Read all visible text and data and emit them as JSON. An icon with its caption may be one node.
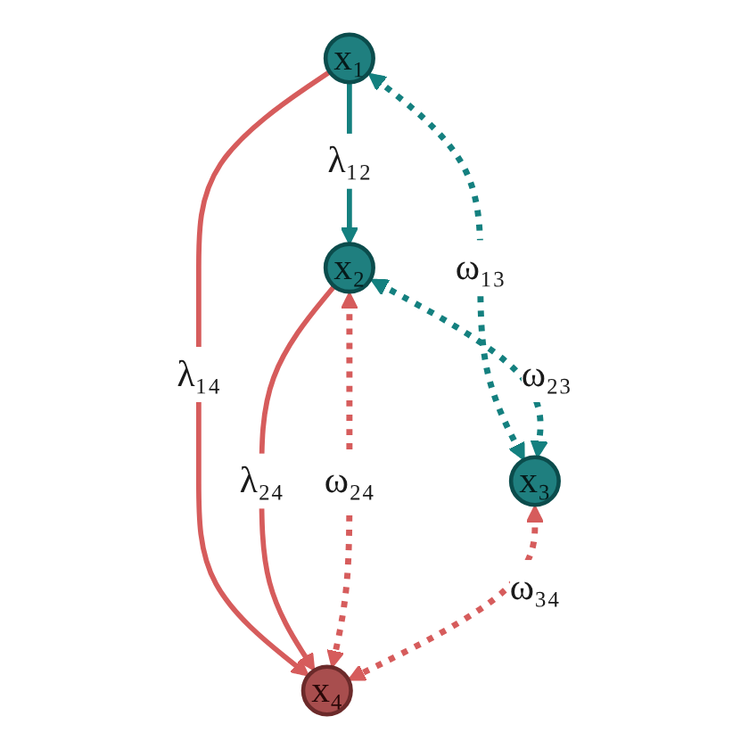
{
  "diagram": {
    "nodes": [
      {
        "text": [
          "x₁"
        ]
      },
      {
        "text": [
          "x₂"
        ]
      },
      {
        "text": [
          "x₃"
        ]
      },
      {
        "text": [
          "x₄"
        ]
      }
    ],
    "edges": [
      {
        "from": 0,
        "to": 1,
        "arrow": "to",
        "label": "λ₁₂",
        "color": "#14807f"
      },
      {
        "from": 0,
        "to": 3,
        "arrow": "to",
        "label": "λ₁₄",
        "color": "#d65c5c"
      },
      {
        "from": 1,
        "to": 3,
        "arrow": "to",
        "label": "λ₂₄",
        "color": "#d65c5c"
      },
      {
        "from": 0,
        "to": 2,
        "arrow": "both",
        "label": "ω₁₃",
        "style": "dashed",
        "color": "#14807f"
      },
      {
        "from": 1,
        "to": 2,
        "arrow": "both",
        "label": "ω₂₃",
        "style": "dashed",
        "color": "#14807f"
      },
      {
        "from": 1,
        "to": 3,
        "arrow": "both",
        "label": "ω₂₄",
        "style": "dashed",
        "color": "#d65c5c"
      },
      {
        "from": 2,
        "to": 3,
        "arrow": "both",
        "label": "ω₃₄",
        "style": "dashed",
        "color": "#d65c5c"
      }
    ]
  }
}
